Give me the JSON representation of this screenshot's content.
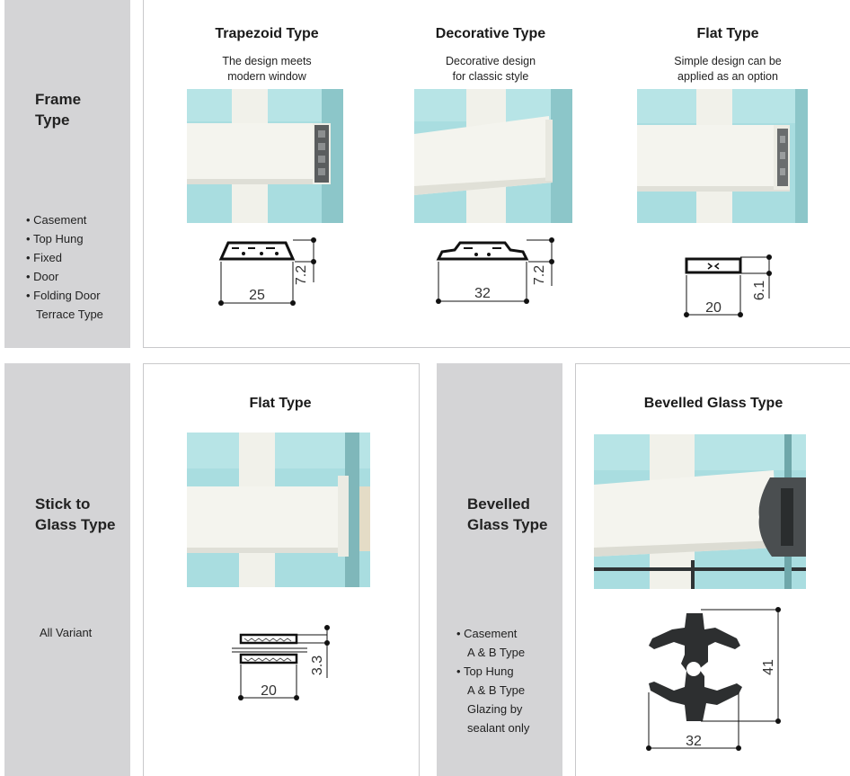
{
  "frame_section": {
    "title": "Frame\nType",
    "title_lines": [
      "Frame",
      "Type"
    ],
    "variants": [
      "Casement",
      "Top Hung",
      "Fixed",
      "Door",
      "Folding Door",
      "Terrace Type"
    ],
    "columns": [
      {
        "title": "Trapezoid Type",
        "desc": [
          "The design meets",
          "modern window"
        ],
        "dims": {
          "width": "25",
          "height": "7.2"
        }
      },
      {
        "title": "Decorative Type",
        "desc": [
          "Decorative design",
          "for classic style"
        ],
        "dims": {
          "width": "32",
          "height": "7.2"
        }
      },
      {
        "title": "Flat Type",
        "desc": [
          "Simple design can be",
          "applied as an option"
        ],
        "dims": {
          "width": "20",
          "height": "6.1"
        }
      }
    ]
  },
  "stick_section": {
    "title_lines": [
      "Stick to",
      "Glass Type"
    ],
    "variant_text": "All Variant",
    "column": {
      "title": "Flat Type",
      "dims": {
        "width": "20",
        "height": "3.3"
      }
    }
  },
  "bevelled_section": {
    "title_lines": [
      "Bevelled",
      "Glass Type"
    ],
    "variants": [
      "Casement",
      "A & B Type",
      "Top Hung",
      "A & B Type",
      "Glazing by",
      "sealant only"
    ],
    "bullets": [
      true,
      false,
      true,
      false,
      false,
      false
    ],
    "column": {
      "title": "Bevelled Glass Type",
      "dims": {
        "width": "32",
        "height": "41"
      }
    }
  },
  "colors": {
    "sidebar": "#d4d4d6",
    "glass": "#a9dde0",
    "frame": "#f2f2ec",
    "border": "#c9c9cb"
  }
}
